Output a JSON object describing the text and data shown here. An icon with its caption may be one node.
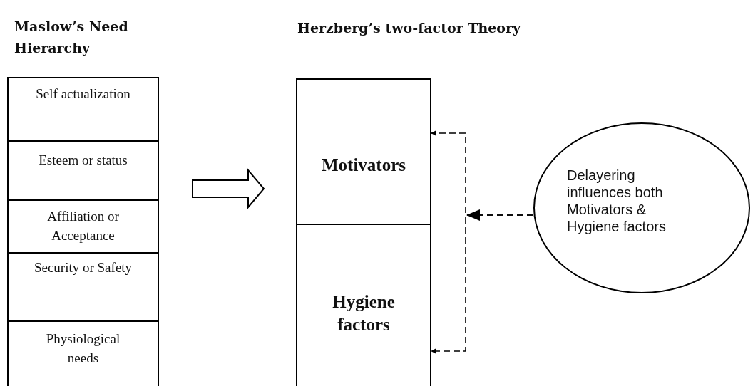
{
  "diagram": {
    "nodes": [
      {
        "text": [
          "Maslow’s Need Hierarchy"
        ]
      },
      {
        "text": [
          "Self actualization"
        ],
        "in": 0
      },
      {
        "text": [
          "Esteem or status"
        ],
        "in": 0
      },
      {
        "text": [
          "Affiliation or Acceptance"
        ],
        "in": 0
      },
      {
        "text": [
          "Security or Safety"
        ],
        "in": 0
      },
      {
        "text": [
          "Physiological needs"
        ],
        "in": 0
      },
      {
        "text": [
          "Herzberg’s two-factor Theory"
        ]
      },
      {
        "text": [
          "Motivators"
        ],
        "in": 6
      },
      {
        "text": [
          "Hygiene factors"
        ],
        "in": 6
      },
      {
        "text": [
          "Delayering influences both Motivators & Hygiene factors"
        ]
      }
    ],
    "edges": [
      {
        "from": 0,
        "to": 6,
        "arrow": "to",
        "style": "thick"
      },
      {
        "from": 9,
        "to": 7,
        "arrow": "to",
        "style": "dashed"
      },
      {
        "from": 9,
        "to": 8,
        "arrow": "to",
        "style": "dashed"
      }
    ]
  }
}
